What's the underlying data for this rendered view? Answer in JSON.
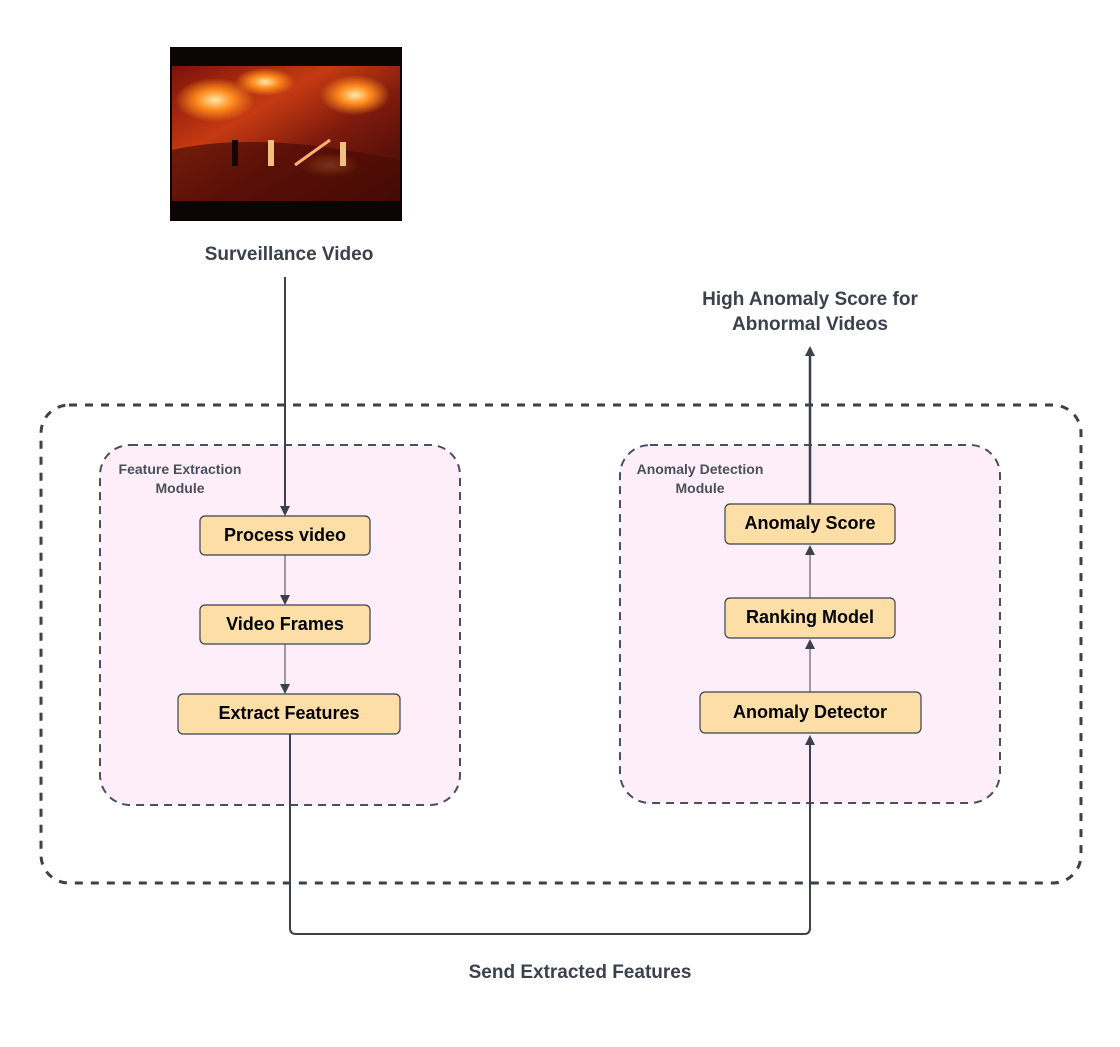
{
  "input": {
    "label": "Surveillance Video",
    "image_description_icon": "surveillance-video-thumbnail"
  },
  "output": {
    "label_line1": "High Anomaly Score for",
    "label_line2": "Abnormal Videos"
  },
  "connector": {
    "label": "Send Extracted Features"
  },
  "modules": {
    "feature_extraction": {
      "title_line1": "Feature Extraction",
      "title_line2": "Module",
      "steps": [
        "Process video",
        "Video Frames",
        "Extract Features"
      ]
    },
    "anomaly_detection": {
      "title_line1": "Anomaly Detection",
      "title_line2": "Module",
      "steps": [
        "Anomaly Score",
        "Ranking Model",
        "Anomaly Detector"
      ]
    }
  },
  "colors": {
    "node_fill": "#fddea6",
    "node_stroke": "#3a414d",
    "module_fill": "#fdeefa",
    "module_stroke": "#4a4f5c",
    "outer_stroke": "#3a414d",
    "arrow": "#3a414d",
    "text_dark": "#3a414d"
  }
}
